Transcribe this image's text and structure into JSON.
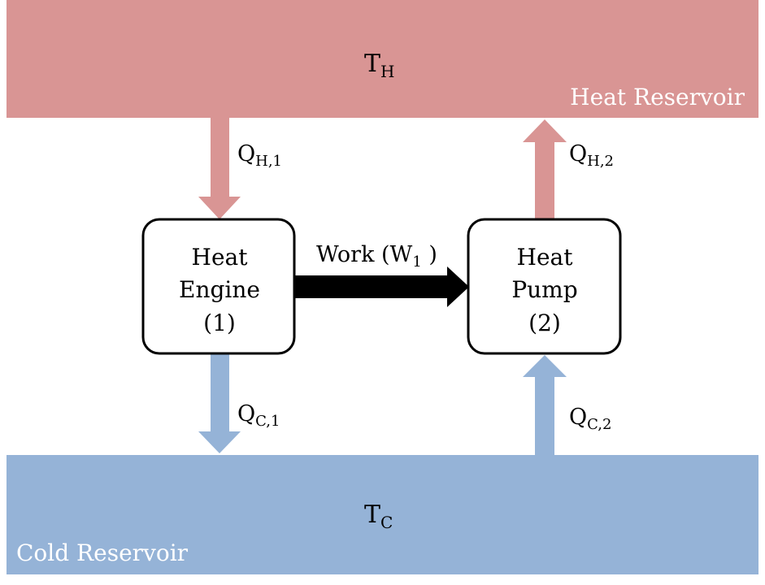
{
  "colors": {
    "hot": "#d99594",
    "cold": "#95b3d7",
    "box_fill": "#ffffff",
    "box_stroke": "#000000",
    "work_arrow": "#000000",
    "reservoir_text": "#ffffff"
  },
  "hot_reservoir": {
    "temperature_symbol": "T",
    "temperature_subscript": "H",
    "name": "Heat Reservoir"
  },
  "cold_reservoir": {
    "temperature_symbol": "T",
    "temperature_subscript": "C",
    "name": "Cold Reservoir"
  },
  "heat_engine": {
    "line1": "Heat",
    "line2": "Engine",
    "line3": "(1)"
  },
  "heat_pump": {
    "line1": "Heat",
    "line2": "Pump",
    "line3": "(2)"
  },
  "work": {
    "prefix": "Work (W",
    "subscript": "1",
    "suffix": " )"
  },
  "flows": {
    "qh1": {
      "symbol": "Q",
      "subscript": "H,1"
    },
    "qc1": {
      "symbol": "Q",
      "subscript": "C,1"
    },
    "qh2": {
      "symbol": "Q",
      "subscript": "H,2"
    },
    "qc2": {
      "symbol": "Q",
      "subscript": "C,2"
    }
  }
}
